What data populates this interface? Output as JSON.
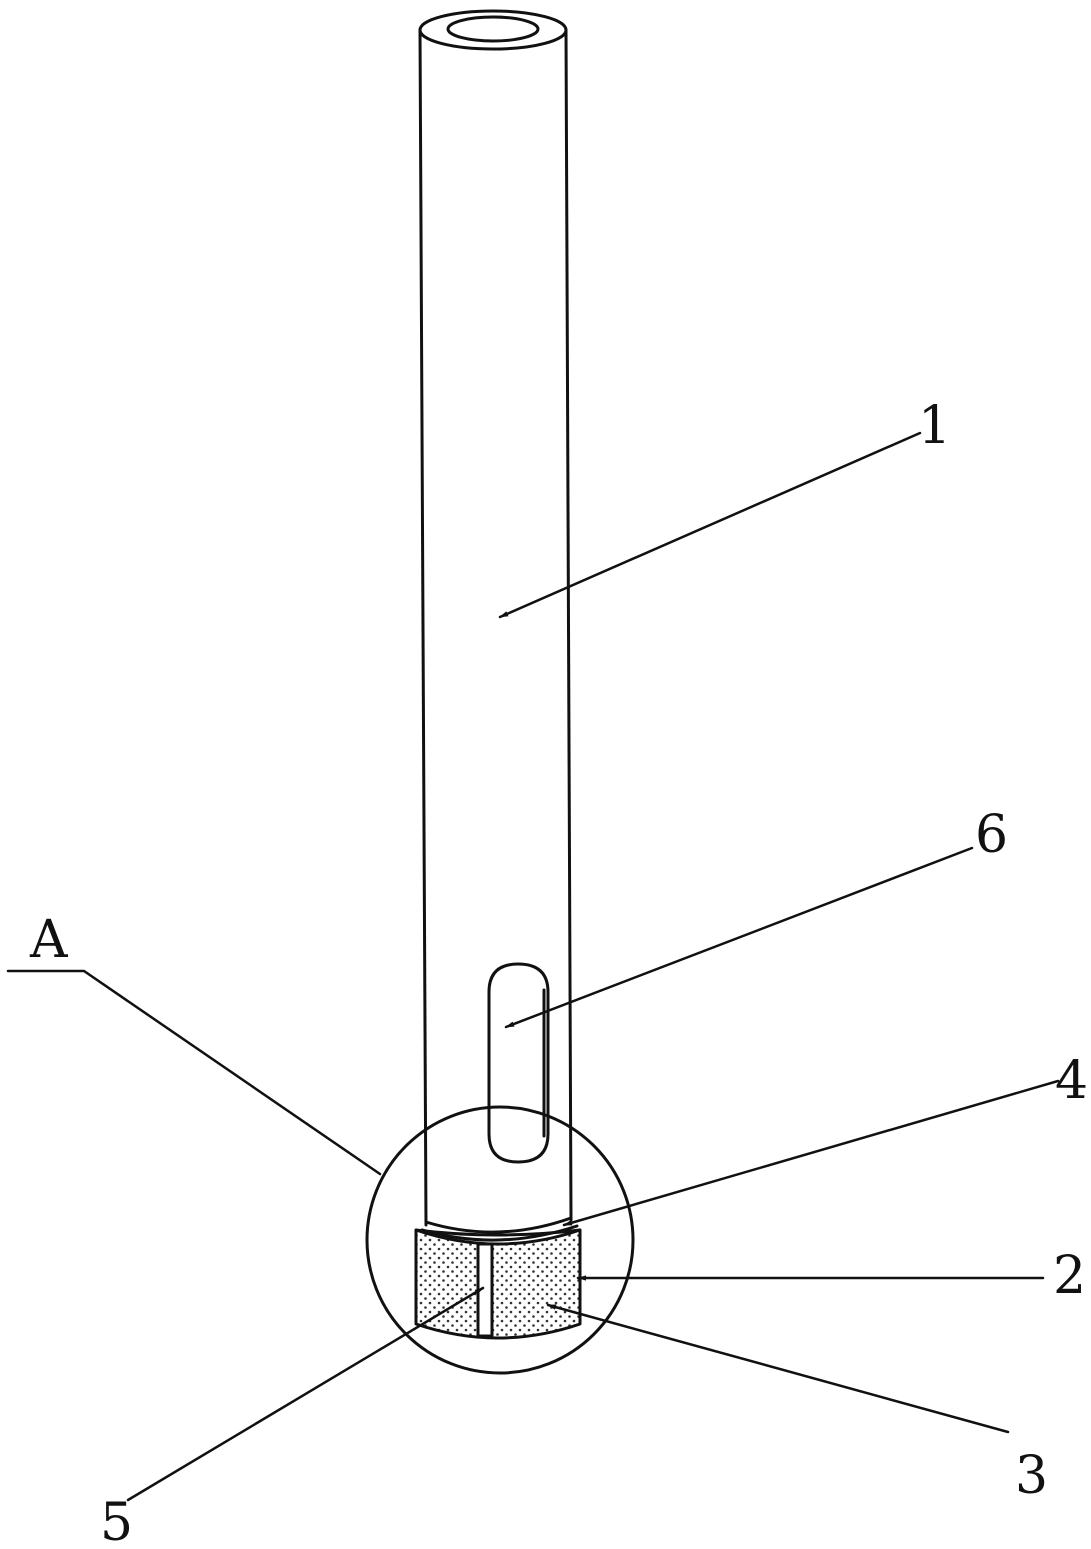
{
  "labels": {
    "tube": "1",
    "ring_2": "2",
    "ring_3": "3",
    "ring_4": "4",
    "slit_5": "5",
    "slot_6": "6",
    "detail_a": "A"
  },
  "colors": {
    "line": "#111111",
    "background": "#ffffff",
    "stipple": "#333333"
  }
}
